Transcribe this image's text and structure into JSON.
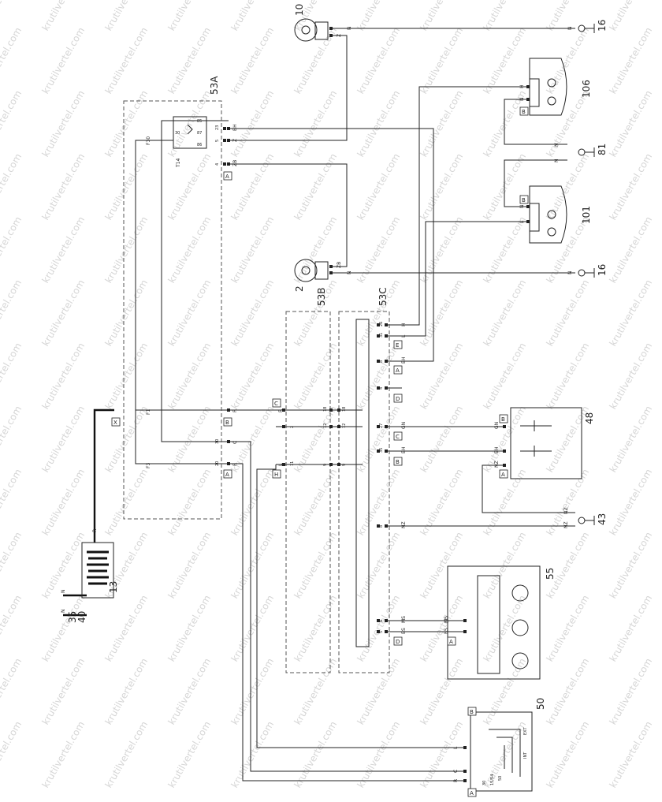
{
  "watermark": "krutilvertel.com",
  "components": {
    "c10": "10",
    "c16a": "16",
    "c106": "106",
    "c81": "81",
    "c101": "101",
    "c16b": "16",
    "c2": "2",
    "c53a": "53A",
    "c53b": "53B",
    "c53c": "53C",
    "c48": "48",
    "c43": "43",
    "c55": "55",
    "c13": "13",
    "c35": "35",
    "c40": "40",
    "c50": "50"
  },
  "fuses": {
    "f30": "F30",
    "f1": "F1",
    "f3": "F3",
    "t14": "T14"
  },
  "connector_tags": [
    "A",
    "B",
    "C",
    "D",
    "E",
    "H",
    "X"
  ],
  "wire_colors": {
    "n": "N",
    "z": "Z",
    "h": "H",
    "l": "L",
    "bh": "BH",
    "zb": "ZB",
    "gn": "GN",
    "nz": "NZ",
    "ms": "MS",
    "bs": "BS",
    "r": "R",
    "c": "C"
  },
  "pins": {
    "p23": "23",
    "p5": "5",
    "p4": "4",
    "p26": "26",
    "p31": "31",
    "p8": "8",
    "p18": "18",
    "p12": "12",
    "p9": "9",
    "p27": "27",
    "p35": "35",
    "p6": "6",
    "p2": "2",
    "p11": "11",
    "p30": "30",
    "p20": "20"
  },
  "relay_pins": {
    "r85": "85",
    "r86": "86",
    "r87": "87",
    "r30": "30"
  },
  "switch_labels": {
    "ext": "EXT",
    "int": "INT",
    "s50": "50",
    "s15": "15/54",
    "s30": "30"
  }
}
